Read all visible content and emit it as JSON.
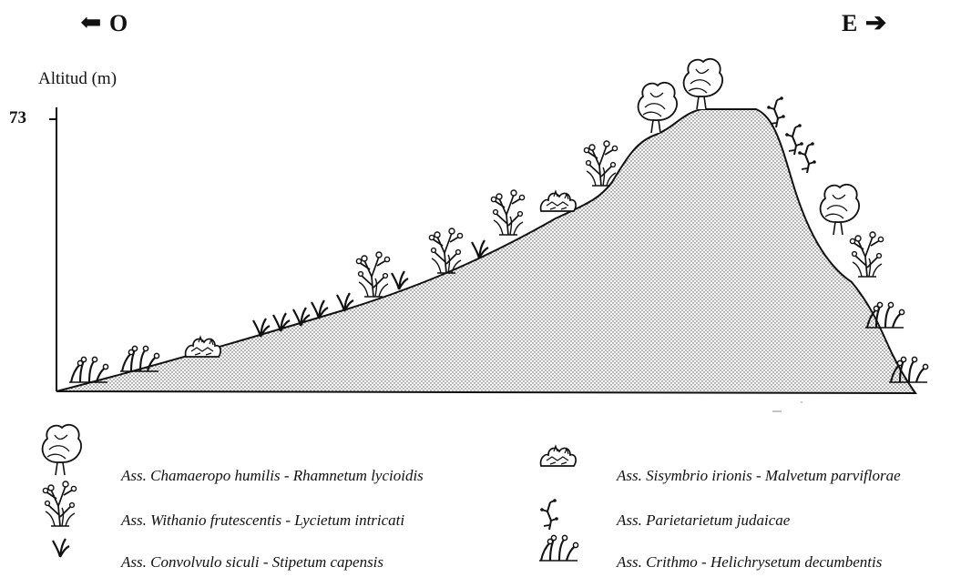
{
  "directions": {
    "west": "O",
    "east": "E"
  },
  "axis": {
    "label": "Altitud (m)",
    "tick": "73"
  },
  "legend": [
    {
      "icon": "palm-shrub-icon",
      "label": "Ass. Chamaeropo humilis - Rhamnetum lycioidis"
    },
    {
      "icon": "spiny-shrub-icon",
      "label": "Ass. Withanio frutescentis - Lycietum intricati"
    },
    {
      "icon": "grass-tuft-icon",
      "label": "Ass. Convolvulo siculi - Stipetum capensis"
    },
    {
      "icon": "cushion-herb-icon",
      "label": "Ass. Sisymbrio irionis - Malvetum parviflorae"
    },
    {
      "icon": "wall-herb-icon",
      "label": "Ass. Parietarietum judaicae"
    },
    {
      "icon": "cliff-herb-icon",
      "label": "Ass. Crithmo - Helichrysetum decumbentis"
    }
  ]
}
